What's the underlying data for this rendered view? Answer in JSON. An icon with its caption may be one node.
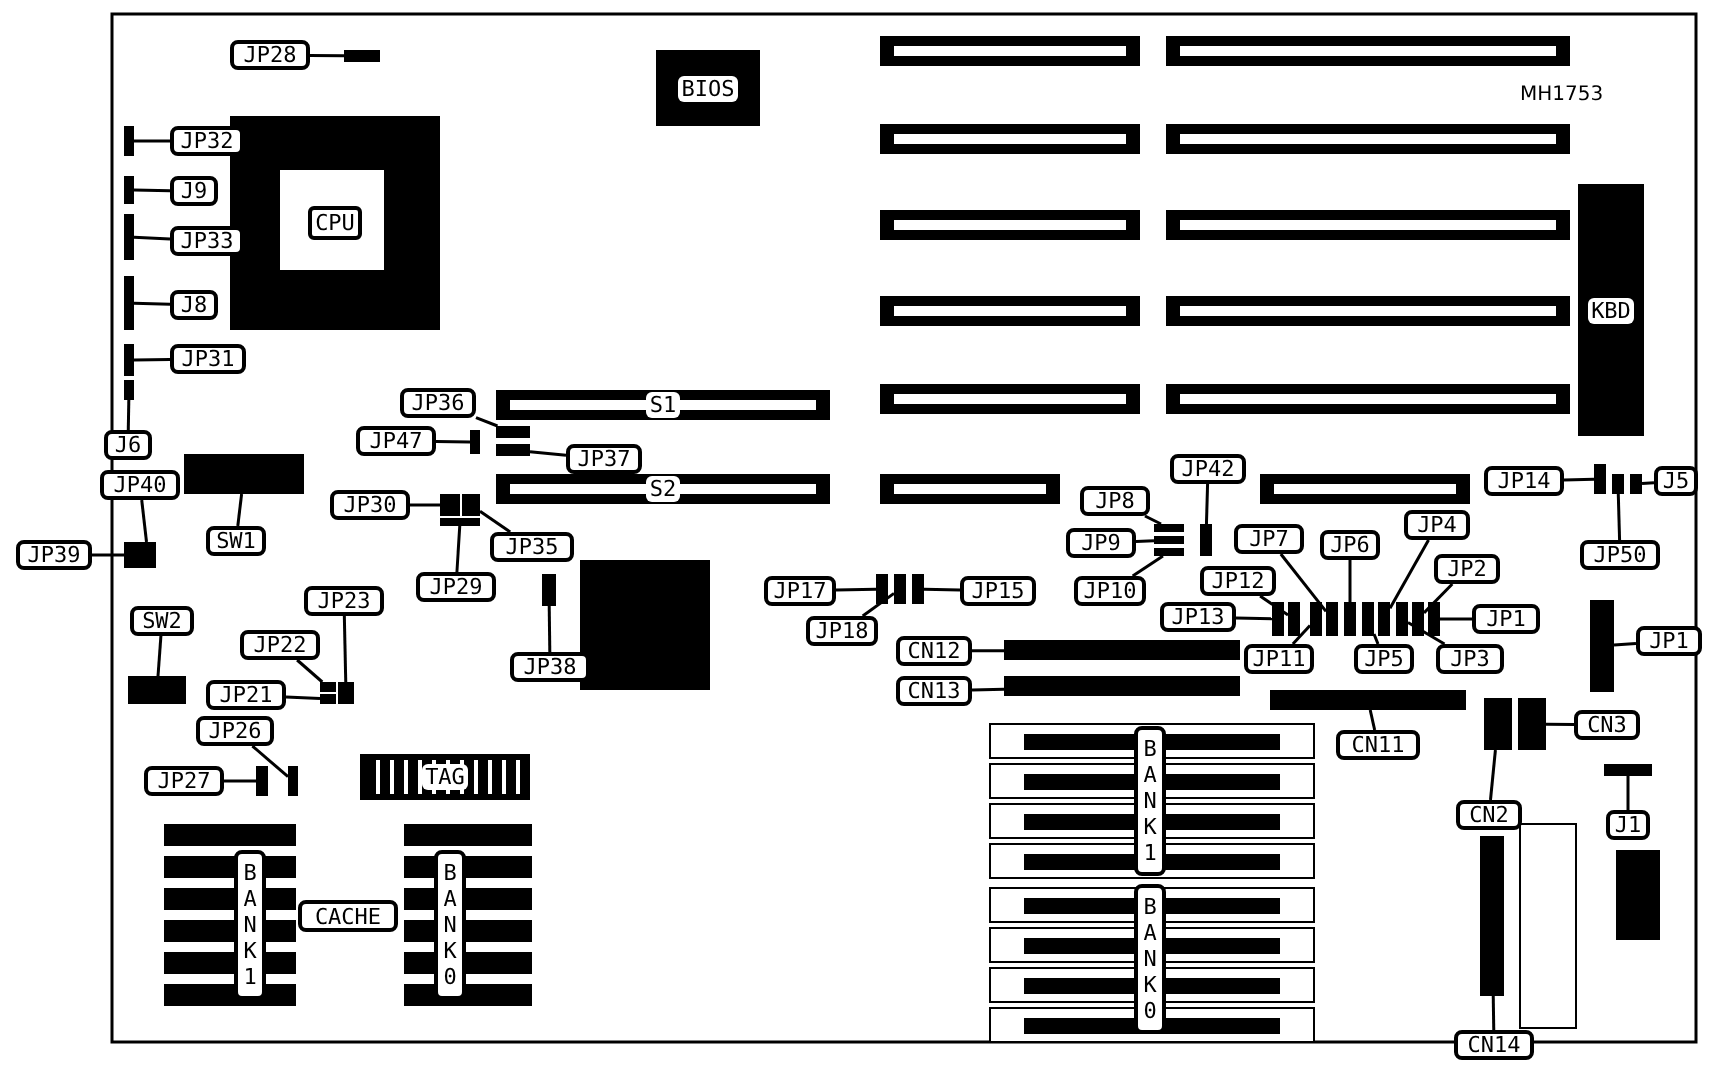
{
  "diagram": {
    "nodes": [
      {
        "text": [
          "JP28"
        ]
      },
      {
        "text": [],
        "shape": "box"
      },
      {
        "text": [
          "BIOS"
        ]
      },
      {
        "text": [
          "JP32"
        ]
      },
      {
        "text": [],
        "shape": "box"
      },
      {
        "text": [
          "J9"
        ]
      },
      {
        "text": [],
        "shape": "box"
      },
      {
        "text": [
          "CPU"
        ]
      },
      {
        "text": [
          "JP33"
        ]
      },
      {
        "text": [],
        "shape": "box"
      },
      {
        "text": [
          "J8"
        ]
      },
      {
        "text": [],
        "shape": "box"
      },
      {
        "text": [
          "KBD"
        ]
      },
      {
        "text": [
          "JP31"
        ]
      },
      {
        "text": [],
        "shape": "box"
      },
      {
        "text": [
          "S1"
        ]
      },
      {
        "text": [
          "JP36"
        ]
      },
      {
        "text": [],
        "shape": "box"
      },
      {
        "text": [
          "JP47"
        ]
      },
      {
        "text": [],
        "shape": "box"
      },
      {
        "text": [
          "JP37"
        ]
      },
      {
        "text": [],
        "shape": "box"
      },
      {
        "text": [
          "J6"
        ]
      },
      {
        "text": [],
        "shape": "box"
      },
      {
        "text": [
          "S2"
        ]
      },
      {
        "text": [
          "JP42"
        ]
      },
      {
        "text": [],
        "shape": "box"
      },
      {
        "text": [
          "JP14"
        ]
      },
      {
        "text": [],
        "shape": "box"
      },
      {
        "text": [
          "J5"
        ]
      },
      {
        "text": [],
        "shape": "box"
      },
      {
        "text": [
          "JP40"
        ]
      },
      {
        "text": [],
        "shape": "box"
      },
      {
        "text": [
          "SW1"
        ]
      },
      {
        "text": [],
        "shape": "box"
      },
      {
        "text": [
          "JP30"
        ]
      },
      {
        "text": [],
        "shape": "box"
      },
      {
        "text": [
          "JP8"
        ]
      },
      {
        "text": [],
        "shape": "box"
      },
      {
        "text": [
          "JP9"
        ]
      },
      {
        "text": [],
        "shape": "box"
      },
      {
        "text": [
          "JP7"
        ]
      },
      {
        "text": [],
        "shape": "box"
      },
      {
        "text": [
          "JP6"
        ]
      },
      {
        "text": [],
        "shape": "box"
      },
      {
        "text": [
          "JP4"
        ]
      },
      {
        "text": [],
        "shape": "box"
      },
      {
        "text": [
          "JP50"
        ]
      },
      {
        "text": [],
        "shape": "box"
      },
      {
        "text": [
          "JP39"
        ]
      },
      {
        "text": [],
        "shape": "box"
      },
      {
        "text": [
          "JP35"
        ]
      },
      {
        "text": [],
        "shape": "box"
      },
      {
        "text": [
          "JP29"
        ]
      },
      {
        "text": [],
        "shape": "box"
      },
      {
        "text": [
          "JP12"
        ]
      },
      {
        "text": [],
        "shape": "box"
      },
      {
        "text": [
          "JP2"
        ]
      },
      {
        "text": [],
        "shape": "box"
      },
      {
        "text": [
          "JP10"
        ]
      },
      {
        "text": [],
        "shape": "box"
      },
      {
        "text": [
          "JP17"
        ]
      },
      {
        "text": [],
        "shape": "box"
      },
      {
        "text": [
          "JP15"
        ]
      },
      {
        "text": [],
        "shape": "box"
      },
      {
        "text": [
          "JP13"
        ]
      },
      {
        "text": [],
        "shape": "box"
      },
      {
        "text": [
          "JP1"
        ]
      },
      {
        "text": [],
        "shape": "box"
      },
      {
        "text": [
          "JP1"
        ]
      },
      {
        "text": [],
        "shape": "box"
      },
      {
        "text": [
          "SW2"
        ]
      },
      {
        "text": [],
        "shape": "box"
      },
      {
        "text": [
          "JP23"
        ]
      },
      {
        "text": [],
        "shape": "box"
      },
      {
        "text": [
          "JP18"
        ]
      },
      {
        "text": [],
        "shape": "box"
      },
      {
        "text": [
          "JP22"
        ]
      },
      {
        "text": [],
        "shape": "box"
      },
      {
        "text": [
          "JP38"
        ]
      },
      {
        "text": [],
        "shape": "box"
      },
      {
        "text": [
          "CN12"
        ]
      },
      {
        "text": [],
        "shape": "box"
      },
      {
        "text": [
          "JP11"
        ]
      },
      {
        "text": [],
        "shape": "box"
      },
      {
        "text": [
          "JP5"
        ]
      },
      {
        "text": [],
        "shape": "box"
      },
      {
        "text": [
          "JP3"
        ]
      },
      {
        "text": [],
        "shape": "box"
      },
      {
        "text": [
          "JP21"
        ]
      },
      {
        "text": [],
        "shape": "box"
      },
      {
        "text": [
          "CN13"
        ]
      },
      {
        "text": [],
        "shape": "box"
      },
      {
        "text": [
          "CN3"
        ]
      },
      {
        "text": [],
        "shape": "box"
      },
      {
        "text": [
          "JP26"
        ]
      },
      {
        "text": [],
        "shape": "box"
      },
      {
        "text": [
          "JP27"
        ]
      },
      {
        "text": [],
        "shape": "box"
      },
      {
        "text": [
          "TAG"
        ]
      },
      {
        "text": [
          "CN11"
        ]
      },
      {
        "text": [],
        "shape": "box"
      },
      {
        "text": [
          "CN2"
        ]
      },
      {
        "text": [],
        "shape": "box"
      },
      {
        "text": [
          "J1"
        ]
      },
      {
        "text": [],
        "shape": "box"
      },
      {
        "text": [
          "CACHE"
        ]
      },
      {
        "text": [
          "BANK1"
        ]
      },
      {
        "text": [
          "BANK0"
        ]
      },
      {
        "text": [
          "BANK1"
        ]
      },
      {
        "text": [
          "BANK0"
        ]
      },
      {
        "text": [
          "CN14"
        ]
      },
      {
        "text": [],
        "shape": "box"
      }
    ],
    "edges": [
      {
        "from": 0,
        "to": 1,
        "arrow": "none"
      },
      {
        "from": 3,
        "to": 4,
        "arrow": "none"
      },
      {
        "from": 5,
        "to": 6,
        "arrow": "none"
      },
      {
        "from": 8,
        "to": 9,
        "arrow": "none"
      },
      {
        "from": 10,
        "to": 11,
        "arrow": "none"
      },
      {
        "from": 13,
        "to": 14,
        "arrow": "none"
      },
      {
        "from": 16,
        "to": 17,
        "arrow": "none"
      },
      {
        "from": 18,
        "to": 19,
        "arrow": "none"
      },
      {
        "from": 20,
        "to": 21,
        "arrow": "none"
      },
      {
        "from": 22,
        "to": 23,
        "arrow": "none"
      },
      {
        "from": 25,
        "to": 26,
        "arrow": "none"
      },
      {
        "from": 27,
        "to": 28,
        "arrow": "none"
      },
      {
        "from": 29,
        "to": 30,
        "arrow": "none"
      },
      {
        "from": 31,
        "to": 32,
        "arrow": "none"
      },
      {
        "from": 33,
        "to": 34,
        "arrow": "none"
      },
      {
        "from": 35,
        "to": 36,
        "arrow": "none"
      },
      {
        "from": 37,
        "to": 38,
        "arrow": "none"
      },
      {
        "from": 39,
        "to": 40,
        "arrow": "none"
      },
      {
        "from": 41,
        "to": 42,
        "arrow": "none"
      },
      {
        "from": 43,
        "to": 44,
        "arrow": "none"
      },
      {
        "from": 45,
        "to": 46,
        "arrow": "none"
      },
      {
        "from": 47,
        "to": 48,
        "arrow": "none"
      },
      {
        "from": 49,
        "to": 50,
        "arrow": "none"
      },
      {
        "from": 51,
        "to": 52,
        "arrow": "none"
      },
      {
        "from": 53,
        "to": 54,
        "arrow": "none"
      },
      {
        "from": 55,
        "to": 56,
        "arrow": "none"
      },
      {
        "from": 57,
        "to": 58,
        "arrow": "none"
      },
      {
        "from": 59,
        "to": 60,
        "arrow": "none"
      },
      {
        "from": 61,
        "to": 62,
        "arrow": "none"
      },
      {
        "from": 63,
        "to": 64,
        "arrow": "none"
      },
      {
        "from": 65,
        "to": 66,
        "arrow": "none"
      },
      {
        "from": 67,
        "to": 68,
        "arrow": "none"
      },
      {
        "from": 69,
        "to": 70,
        "arrow": "none"
      },
      {
        "from": 71,
        "to": 72,
        "arrow": "none"
      },
      {
        "from": 73,
        "to": 74,
        "arrow": "none"
      },
      {
        "from": 75,
        "to": 76,
        "arrow": "none"
      },
      {
        "from": 77,
        "to": 78,
        "arrow": "none"
      },
      {
        "from": 79,
        "to": 80,
        "arrow": "none"
      },
      {
        "from": 81,
        "to": 82,
        "arrow": "none"
      },
      {
        "from": 83,
        "to": 84,
        "arrow": "none"
      },
      {
        "from": 85,
        "to": 86,
        "arrow": "none"
      },
      {
        "from": 87,
        "to": 88,
        "arrow": "none"
      },
      {
        "from": 89,
        "to": 90,
        "arrow": "none"
      },
      {
        "from": 91,
        "to": 92,
        "arrow": "none"
      },
      {
        "from": 93,
        "to": 94,
        "arrow": "none"
      },
      {
        "from": 95,
        "to": 96,
        "arrow": "none"
      },
      {
        "from": 97,
        "to": 98,
        "arrow": "none"
      },
      {
        "from": 100,
        "to": 101,
        "arrow": "none"
      },
      {
        "from": 102,
        "to": 103,
        "arrow": "none"
      },
      {
        "from": 104,
        "to": 105,
        "arrow": "none"
      },
      {
        "from": 111,
        "to": 112,
        "arrow": "none"
      }
    ],
    "labels": [
      "MH1753"
    ]
  }
}
